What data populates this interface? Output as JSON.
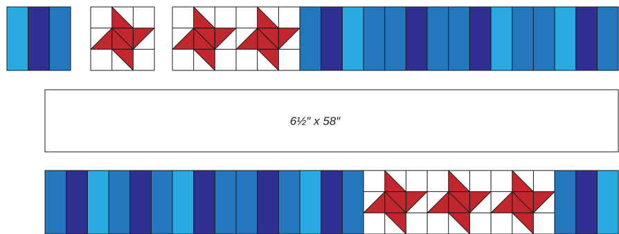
{
  "colors": {
    "light": "#29abe2",
    "navy": "#2e3192",
    "mid": "#2277bd",
    "star": "#c1272d",
    "line": "#1a1a1a",
    "background": "#ffffff"
  },
  "top_row": {
    "segment_1": [
      "light",
      "navy",
      "mid"
    ],
    "segment_2": [
      "star"
    ],
    "segment_3": [
      "star",
      "star",
      "mid",
      "navy",
      "light",
      "mid",
      "mid",
      "navy",
      "mid",
      "mid",
      "navy",
      "light",
      "mid",
      "mid",
      "light",
      "navy",
      "mid"
    ]
  },
  "panel": {
    "label": "6½″ x 58″"
  },
  "bottom_row": {
    "strips": [
      "mid",
      "navy",
      "light",
      "mid",
      "navy",
      "mid",
      "light",
      "navy",
      "mid",
      "mid",
      "navy",
      "mid",
      "light",
      "navy",
      "mid",
      "star",
      "star",
      "star",
      "mid",
      "navy",
      "light"
    ]
  }
}
